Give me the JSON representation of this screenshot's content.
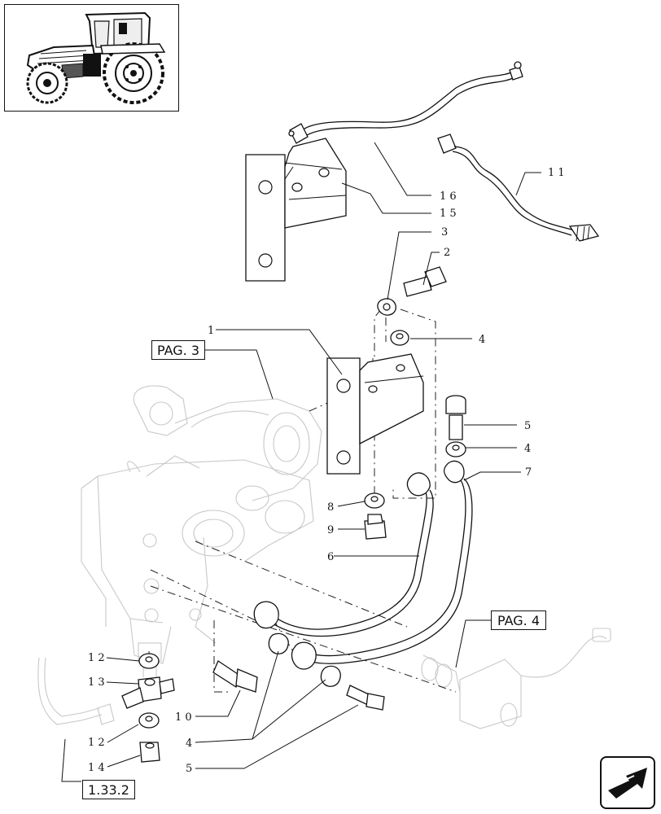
{
  "references": {
    "pag3": "PAG. 3",
    "pag4": "PAG. 4",
    "section": "1.33.2"
  },
  "callouts": {
    "c16": "1 6",
    "c15": "1 5",
    "c11": "1 1",
    "c3": "3",
    "c2": "2",
    "c1": "1",
    "c4a": "4",
    "c5a": "5",
    "c4b": "4",
    "c7": "7",
    "c8": "8",
    "c9": "9",
    "c6": "6",
    "c12a": "1 2",
    "c13": "1 3",
    "c10": "1 0",
    "c12b": "1 2",
    "c4c": "4",
    "c14": "1 4",
    "c5b": "5"
  },
  "colors": {
    "ink": "#111111",
    "ghost": "#c8c8c8"
  },
  "icons": {
    "thumbnail": "tractor-thumbnail",
    "navigation": "next-page-arrow-icon"
  }
}
